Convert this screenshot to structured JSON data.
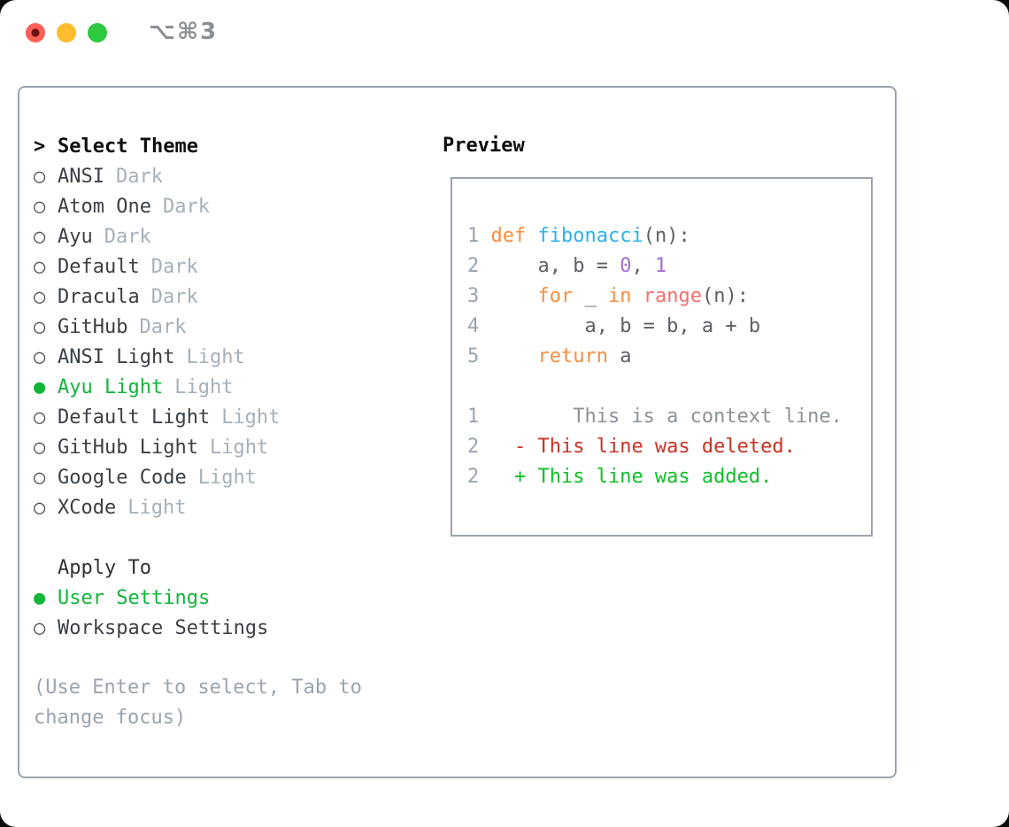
{
  "window": {
    "title": "⌥⌘3"
  },
  "theme_picker": {
    "header": {
      "cursor": ">",
      "label": "Select Theme"
    },
    "themes": [
      {
        "name": "ANSI",
        "tag": "Dark",
        "selected": false
      },
      {
        "name": "Atom One",
        "tag": "Dark",
        "selected": false
      },
      {
        "name": "Ayu",
        "tag": "Dark",
        "selected": false
      },
      {
        "name": "Default",
        "tag": "Dark",
        "selected": false
      },
      {
        "name": "Dracula",
        "tag": "Dark",
        "selected": false
      },
      {
        "name": "GitHub",
        "tag": "Dark",
        "selected": false
      },
      {
        "name": "ANSI Light",
        "tag": "Light",
        "selected": false
      },
      {
        "name": "Ayu Light",
        "tag": "Light",
        "selected": true
      },
      {
        "name": "Default Light",
        "tag": "Light",
        "selected": false
      },
      {
        "name": "GitHub Light",
        "tag": "Light",
        "selected": false
      },
      {
        "name": "Google Code",
        "tag": "Light",
        "selected": false
      },
      {
        "name": "XCode",
        "tag": "Light",
        "selected": false
      }
    ],
    "radio_unselected_icon": "○",
    "radio_selected_icon": "●",
    "apply_to": {
      "label": "Apply To",
      "options": [
        {
          "name": "User Settings",
          "selected": true
        },
        {
          "name": "Workspace Settings",
          "selected": false
        }
      ]
    },
    "hint": "(Use Enter to select, Tab to change focus)"
  },
  "preview": {
    "label": "Preview",
    "code_lines": [
      [
        {
          "c": "num",
          "t": "1 "
        },
        {
          "c": "kw",
          "t": "def"
        },
        {
          "c": "plain",
          "t": " "
        },
        {
          "c": "fn",
          "t": "fibonacci"
        },
        {
          "c": "plain",
          "t": "(n):"
        }
      ],
      [
        {
          "c": "num",
          "t": "2 "
        },
        {
          "c": "plain",
          "t": "    a, b = "
        },
        {
          "c": "lit",
          "t": "0"
        },
        {
          "c": "plain",
          "t": ", "
        },
        {
          "c": "lit",
          "t": "1"
        }
      ],
      [
        {
          "c": "num",
          "t": "3 "
        },
        {
          "c": "plain",
          "t": "    "
        },
        {
          "c": "kw",
          "t": "for"
        },
        {
          "c": "plain",
          "t": " _ "
        },
        {
          "c": "kw",
          "t": "in"
        },
        {
          "c": "plain",
          "t": " "
        },
        {
          "c": "call",
          "t": "range"
        },
        {
          "c": "plain",
          "t": "(n):"
        }
      ],
      [
        {
          "c": "num",
          "t": "4 "
        },
        {
          "c": "plain",
          "t": "        a, b = b, a + b"
        }
      ],
      [
        {
          "c": "num",
          "t": "5 "
        },
        {
          "c": "plain",
          "t": "    "
        },
        {
          "c": "kw",
          "t": "return"
        },
        {
          "c": "plain",
          "t": " a"
        }
      ],
      [],
      [
        {
          "c": "num",
          "t": "1 "
        },
        {
          "c": "ctx",
          "t": "       This is a context line."
        }
      ],
      [
        {
          "c": "num",
          "t": "2 "
        },
        {
          "c": "del",
          "t": "  - This line was deleted."
        }
      ],
      [
        {
          "c": "num",
          "t": "2 "
        },
        {
          "c": "add",
          "t": "  + This line was added."
        }
      ]
    ]
  },
  "colors": {
    "accent_green": "#12b53a",
    "syntax_keyword": "#fa8d3e",
    "syntax_function": "#2bb1ee",
    "syntax_number": "#a06ed4",
    "syntax_call": "#f56f6f",
    "code_plain": "#5c6166",
    "diff_deleted": "#cb3224",
    "diff_added": "#0cc226",
    "muted": "#9aa4b0",
    "muted_tag": "#a6b0ba",
    "border": "#9aa3ae",
    "tl_close": "#ff5f57",
    "tl_minimize": "#febc2e",
    "tl_zoom": "#2ec940"
  }
}
